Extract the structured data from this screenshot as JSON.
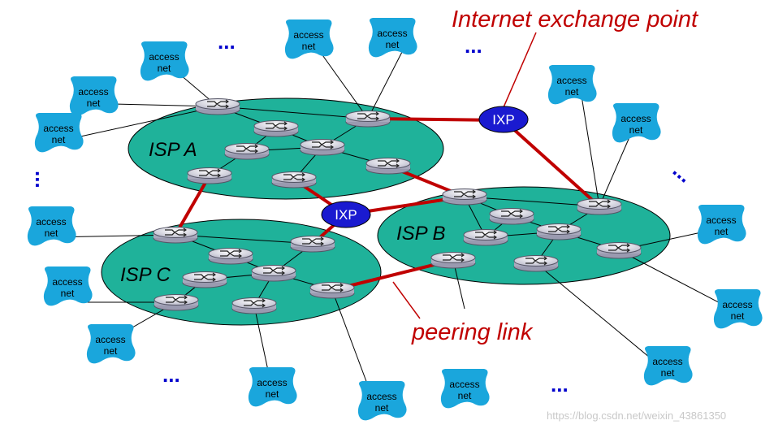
{
  "colors": {
    "isp_fill": "#1fb29a",
    "access_fill": "#1aa6dc",
    "ixp_fill": "#1a1ad0",
    "peering_link": "#c00000",
    "callout_text": "#c00000",
    "ellipsis_dots": "#0000cc"
  },
  "callouts": {
    "internet_exchange_point": "Internet exchange point",
    "peering_link": "peering link"
  },
  "isps": [
    {
      "id": "A",
      "label": "ISP A"
    },
    {
      "id": "B",
      "label": "ISP B"
    },
    {
      "id": "C",
      "label": "ISP C"
    }
  ],
  "ixps": [
    {
      "id": "ixp-top",
      "label": "IXP"
    },
    {
      "id": "ixp-middle",
      "label": "IXP"
    }
  ],
  "access_net": {
    "line1": "access",
    "line2": "net"
  },
  "ellipsis": "...",
  "watermark": "https://blog.csdn.net/weixin_43861350"
}
